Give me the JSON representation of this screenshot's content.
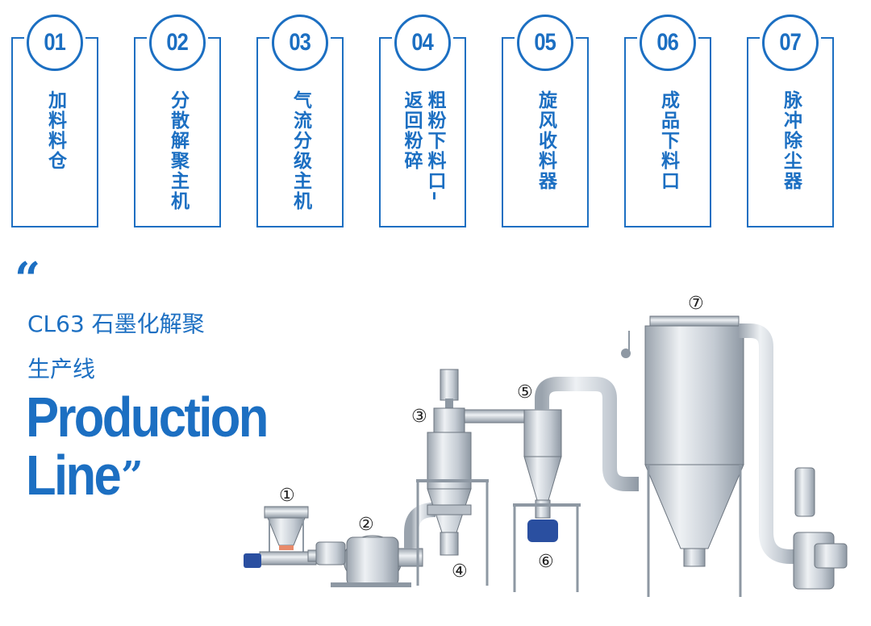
{
  "steps": [
    {
      "num": "01",
      "lines": [
        "加料料仓"
      ]
    },
    {
      "num": "02",
      "lines": [
        "分散解聚主机"
      ]
    },
    {
      "num": "03",
      "lines": [
        "气流分级主机"
      ]
    },
    {
      "num": "04",
      "lines": [
        "粗粉下料口–",
        "返回粉碎"
      ]
    },
    {
      "num": "05",
      "lines": [
        "旋风收料器"
      ]
    },
    {
      "num": "06",
      "lines": [
        "成品下料口"
      ]
    },
    {
      "num": "07",
      "lines": [
        "脉冲除尘器"
      ]
    }
  ],
  "heading": {
    "open_quote": "“",
    "cn_line1": "CL63 石墨化解聚",
    "cn_line2": "生产线",
    "en_line1": "Production",
    "en_line2": "Line",
    "close_quote": "”"
  },
  "markers": [
    "①",
    "②",
    "③",
    "④",
    "⑤",
    "⑥",
    "⑦"
  ],
  "colors": {
    "accent": "#1c6fc2",
    "steel": "#c9cfd6",
    "motor": "#2a4fa0",
    "flange": "#e88a6a"
  }
}
